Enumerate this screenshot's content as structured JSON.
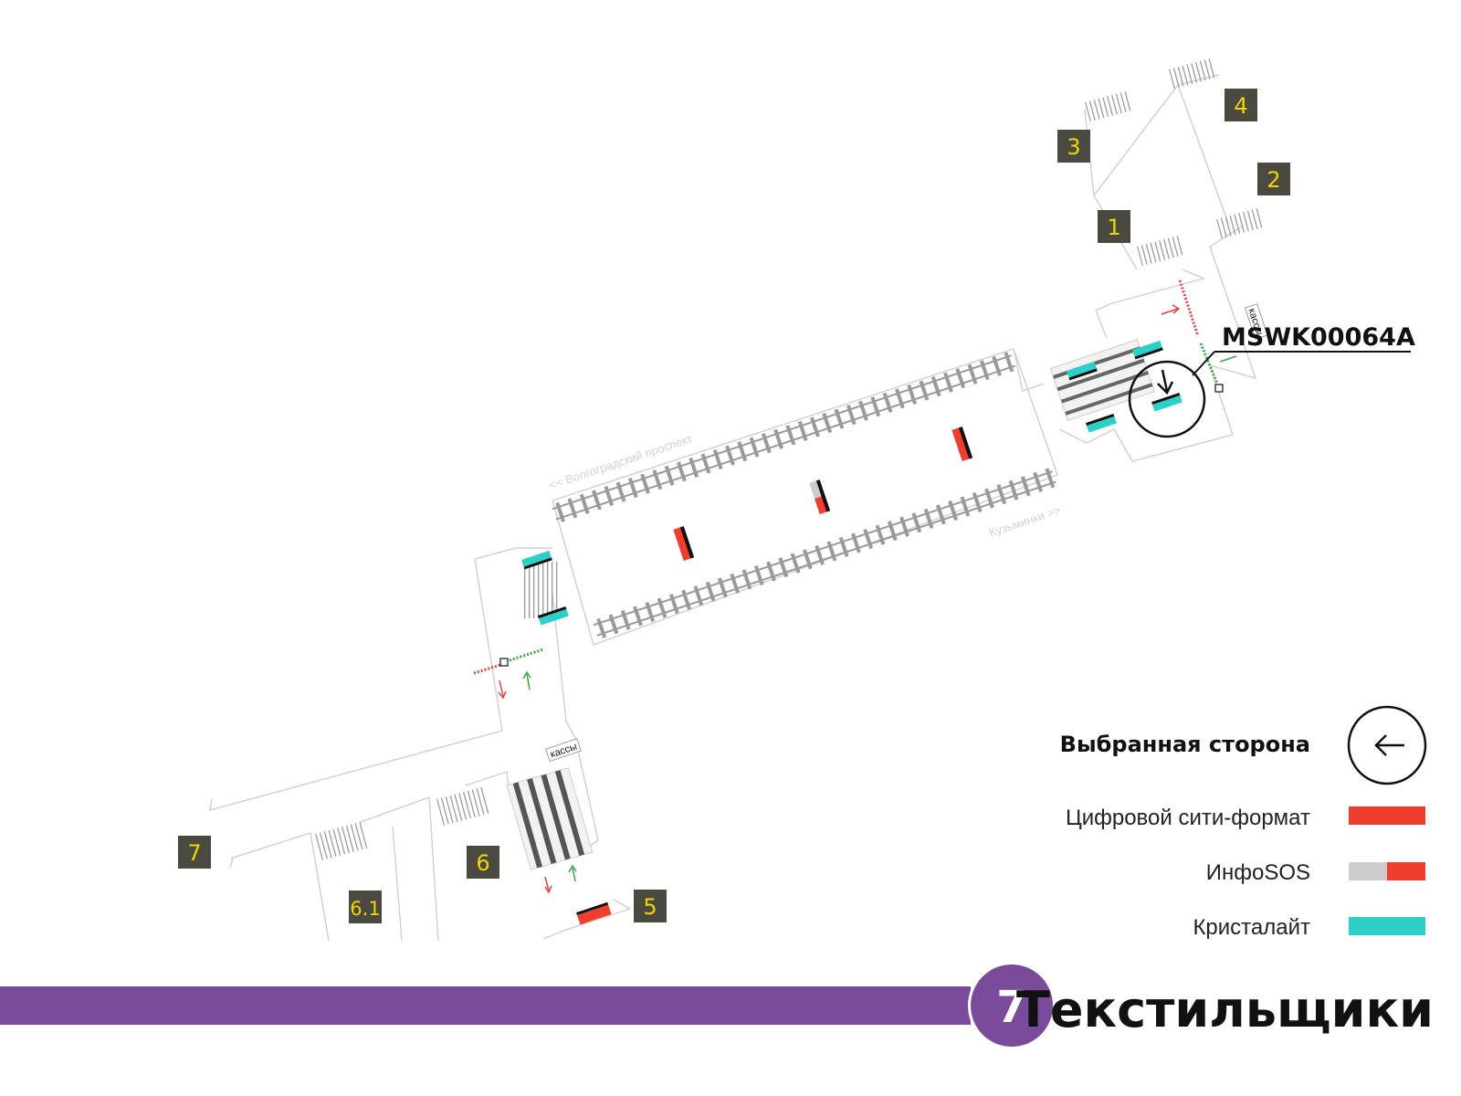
{
  "station": {
    "name": "Текстильщики",
    "line_number": "7",
    "line_color": "#7a4a9b"
  },
  "selected_panel": {
    "code": "MSWK00064A"
  },
  "streets": {
    "left": "<< Волгоградский проспект",
    "right": "Кузьминки >>"
  },
  "cashier_labels": {
    "north": "кассы",
    "south": "кассы"
  },
  "exits": [
    {
      "id": "exit-1",
      "label": "1"
    },
    {
      "id": "exit-2",
      "label": "2"
    },
    {
      "id": "exit-3",
      "label": "3"
    },
    {
      "id": "exit-4",
      "label": "4"
    },
    {
      "id": "exit-5",
      "label": "5"
    },
    {
      "id": "exit-6",
      "label": "6"
    },
    {
      "id": "exit-6-1",
      "label": "6.1"
    },
    {
      "id": "exit-7",
      "label": "7"
    }
  ],
  "legend": {
    "selected_side": "Выбранная сторона",
    "digital_city_format": "Цифровой сити-формат",
    "infosos": "ИнфоSOS",
    "kristalight": "Кристалайт"
  },
  "colors": {
    "digital_city_format": "#ef3e2e",
    "infosos_gray": "#cccccc",
    "kristalight": "#2ecfc8",
    "exit_box": "#4a4a40",
    "exit_text": "#f2d400",
    "arrow_red": "#e04444",
    "arrow_green": "#3aa64a"
  }
}
